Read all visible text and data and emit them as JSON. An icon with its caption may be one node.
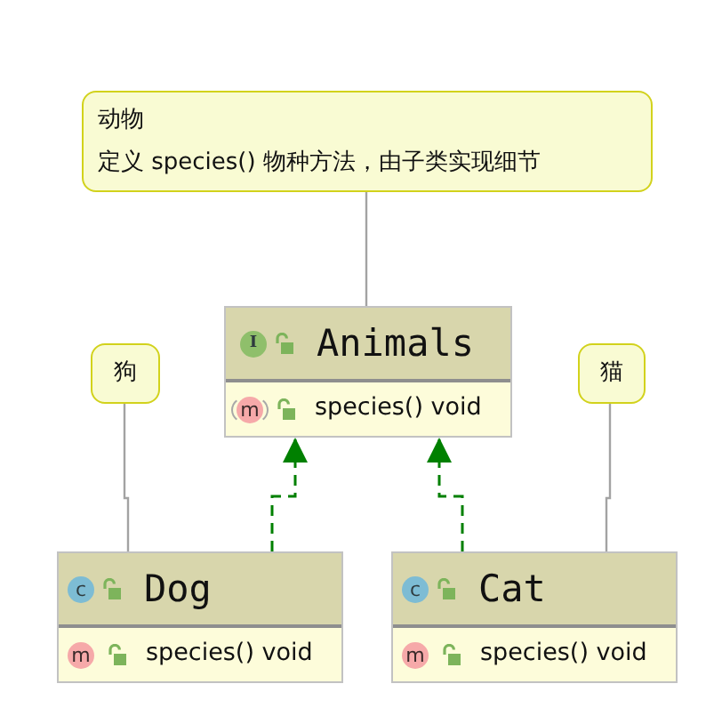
{
  "diagram": {
    "nodes": [
      {
        "text": [
          "动物",
          "定义 species() 物种方法，由子类实现细节"
        ]
      },
      {
        "text": [
          "I",
          "Animals",
          "m",
          "species() void"
        ]
      },
      {
        "text": [
          "狗"
        ]
      },
      {
        "text": [
          "猫"
        ]
      },
      {
        "text": [
          "c",
          "Dog",
          "m",
          "species() void"
        ]
      },
      {
        "text": [
          "c",
          "Cat",
          "m",
          "species() void"
        ]
      }
    ],
    "edges": [
      {
        "from": 0,
        "to": 1,
        "arrow": "none"
      },
      {
        "from": 2,
        "to": 4,
        "arrow": "none"
      },
      {
        "from": 3,
        "to": 5,
        "arrow": "none"
      },
      {
        "from": 4,
        "to": 1,
        "arrow": "to",
        "style": "dashed",
        "color": "#008000"
      },
      {
        "from": 5,
        "to": 1,
        "arrow": "to",
        "style": "dashed",
        "color": "#008000"
      }
    ]
  }
}
